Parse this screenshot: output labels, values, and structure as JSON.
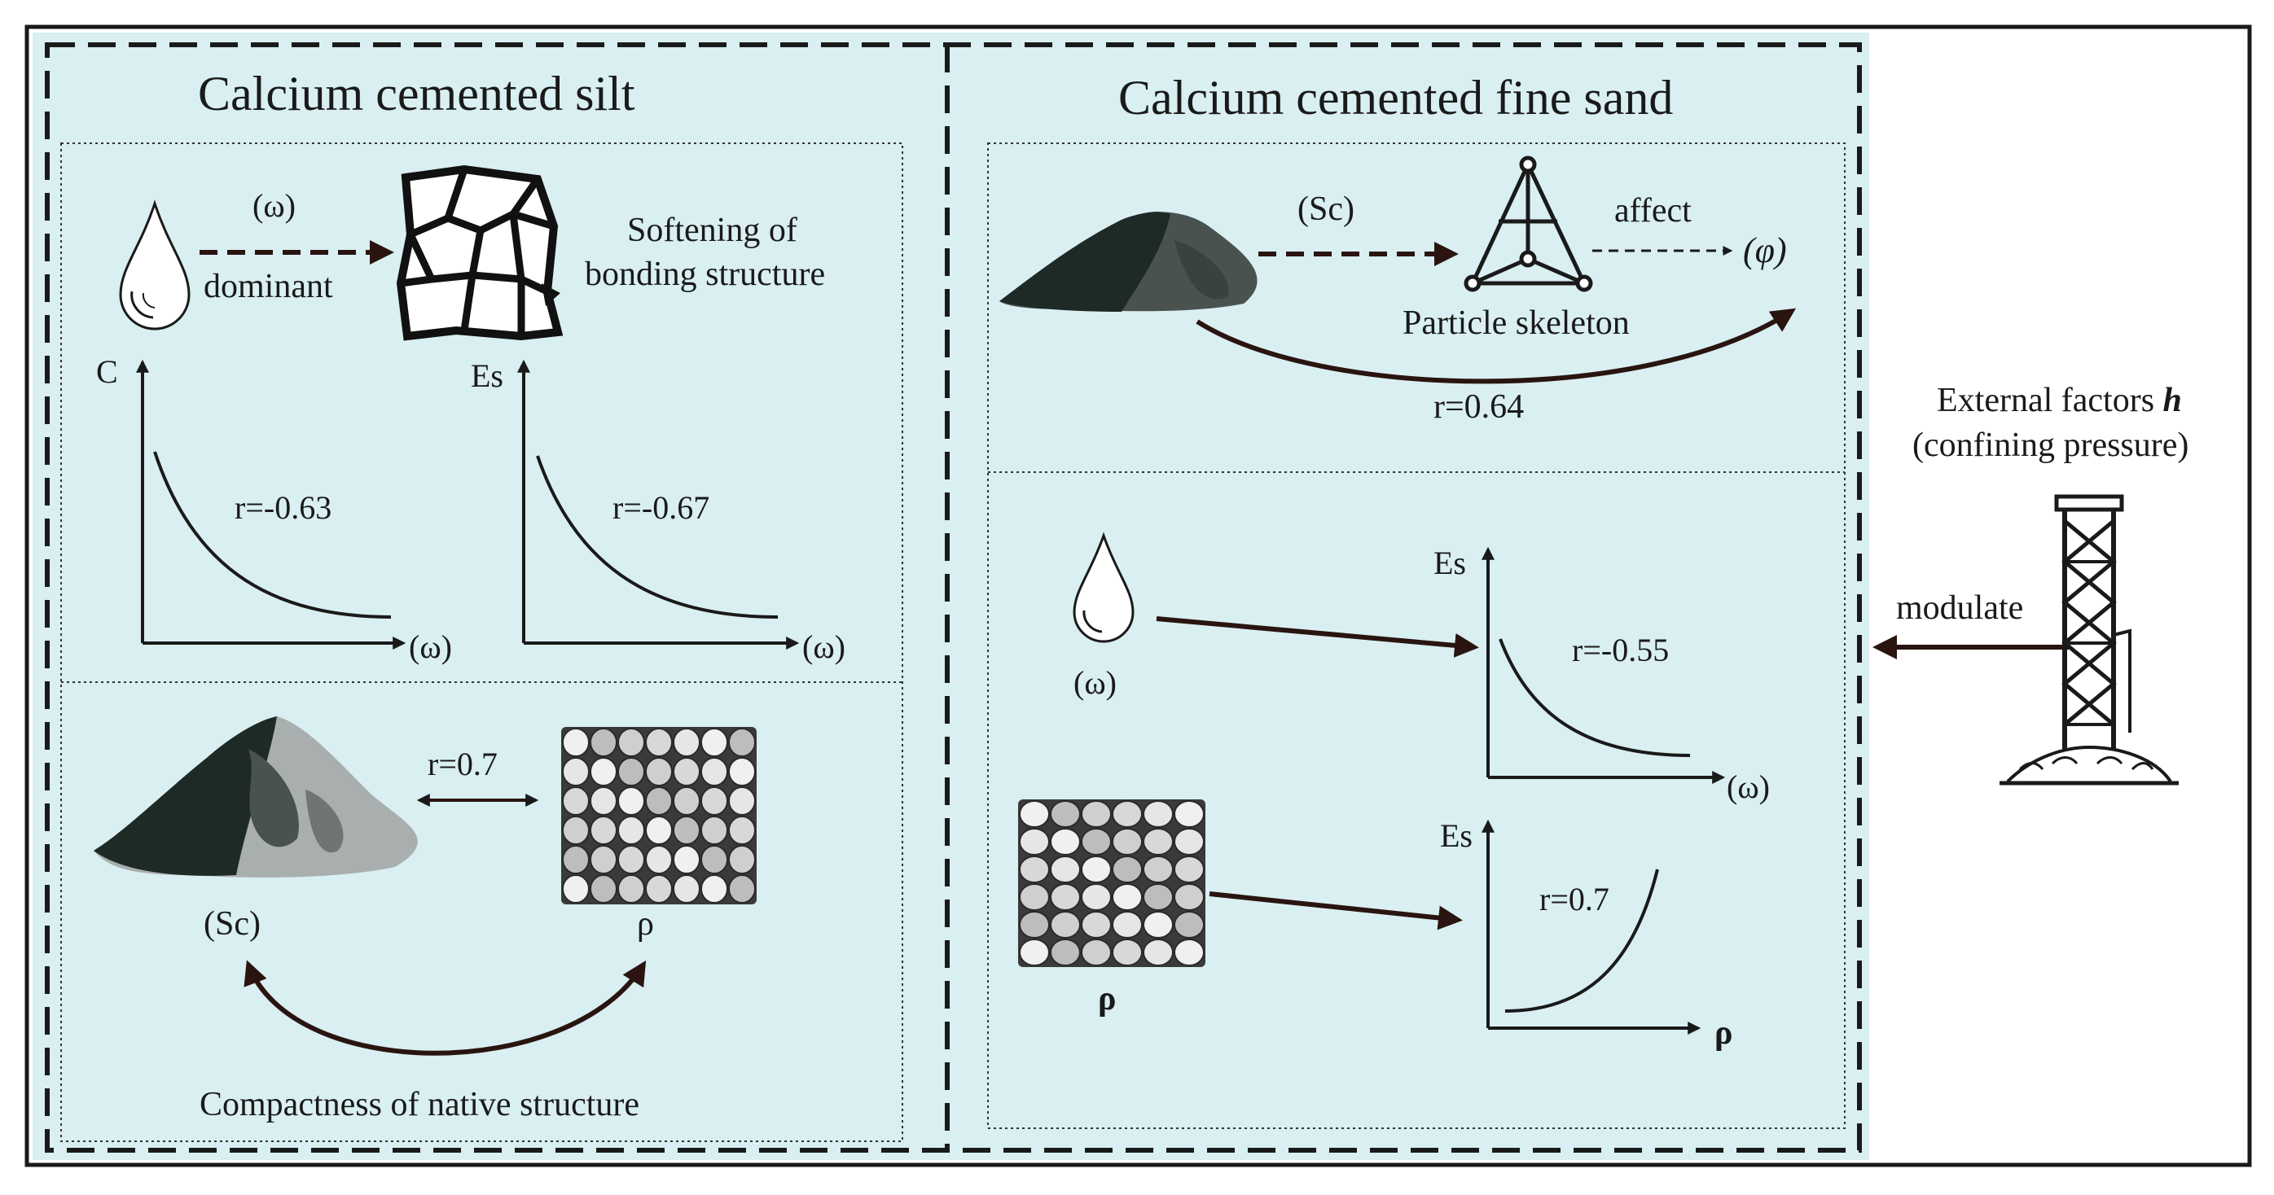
{
  "colors": {
    "panel_bg": "#d9eff2",
    "ink": "#1a1a1a",
    "arrow": "#2a1410",
    "soil_dark": "#1e2a26",
    "soil_mid": "#4a524f",
    "soil_light": "#a9aeae"
  },
  "silt": {
    "title": "Calcium cemented silt",
    "water_label": "(ω)",
    "dominant_label": "dominant",
    "softening_line1": "Softening of",
    "softening_line2": "bonding structure",
    "plot_c": {
      "y_label": "C",
      "x_label": "(ω)",
      "r_label": "r=-0.63",
      "trend": "decreasing"
    },
    "plot_es": {
      "y_label": "Es",
      "x_label": "(ω)",
      "r_label": "r=-0.67",
      "trend": "decreasing"
    },
    "sc_label": "(Sc)",
    "rho_label": "ρ",
    "r_sc_rho": "r=0.7",
    "compactness_label": "Compactness of native structure"
  },
  "sand": {
    "title": "Calcium cemented fine sand",
    "sc_label": "(Sc)",
    "affect_label": "affect",
    "phi_label": "(φ)",
    "skeleton_label": "Particle skeleton",
    "r_sc_phi": "r=0.64",
    "water_label": "(ω)",
    "plot_es_w": {
      "y_label": "Es",
      "x_label": "(ω)",
      "r_label": "r=-0.55",
      "trend": "decreasing"
    },
    "rho_label": "ρ",
    "plot_es_rho": {
      "y_label": "Es",
      "x_label": "ρ",
      "r_label": "r=0.7",
      "trend": "increasing"
    }
  },
  "external": {
    "line1": "External factors ",
    "line1_symbol": "h",
    "line2": "(confining pressure)",
    "modulate_label": "modulate"
  }
}
